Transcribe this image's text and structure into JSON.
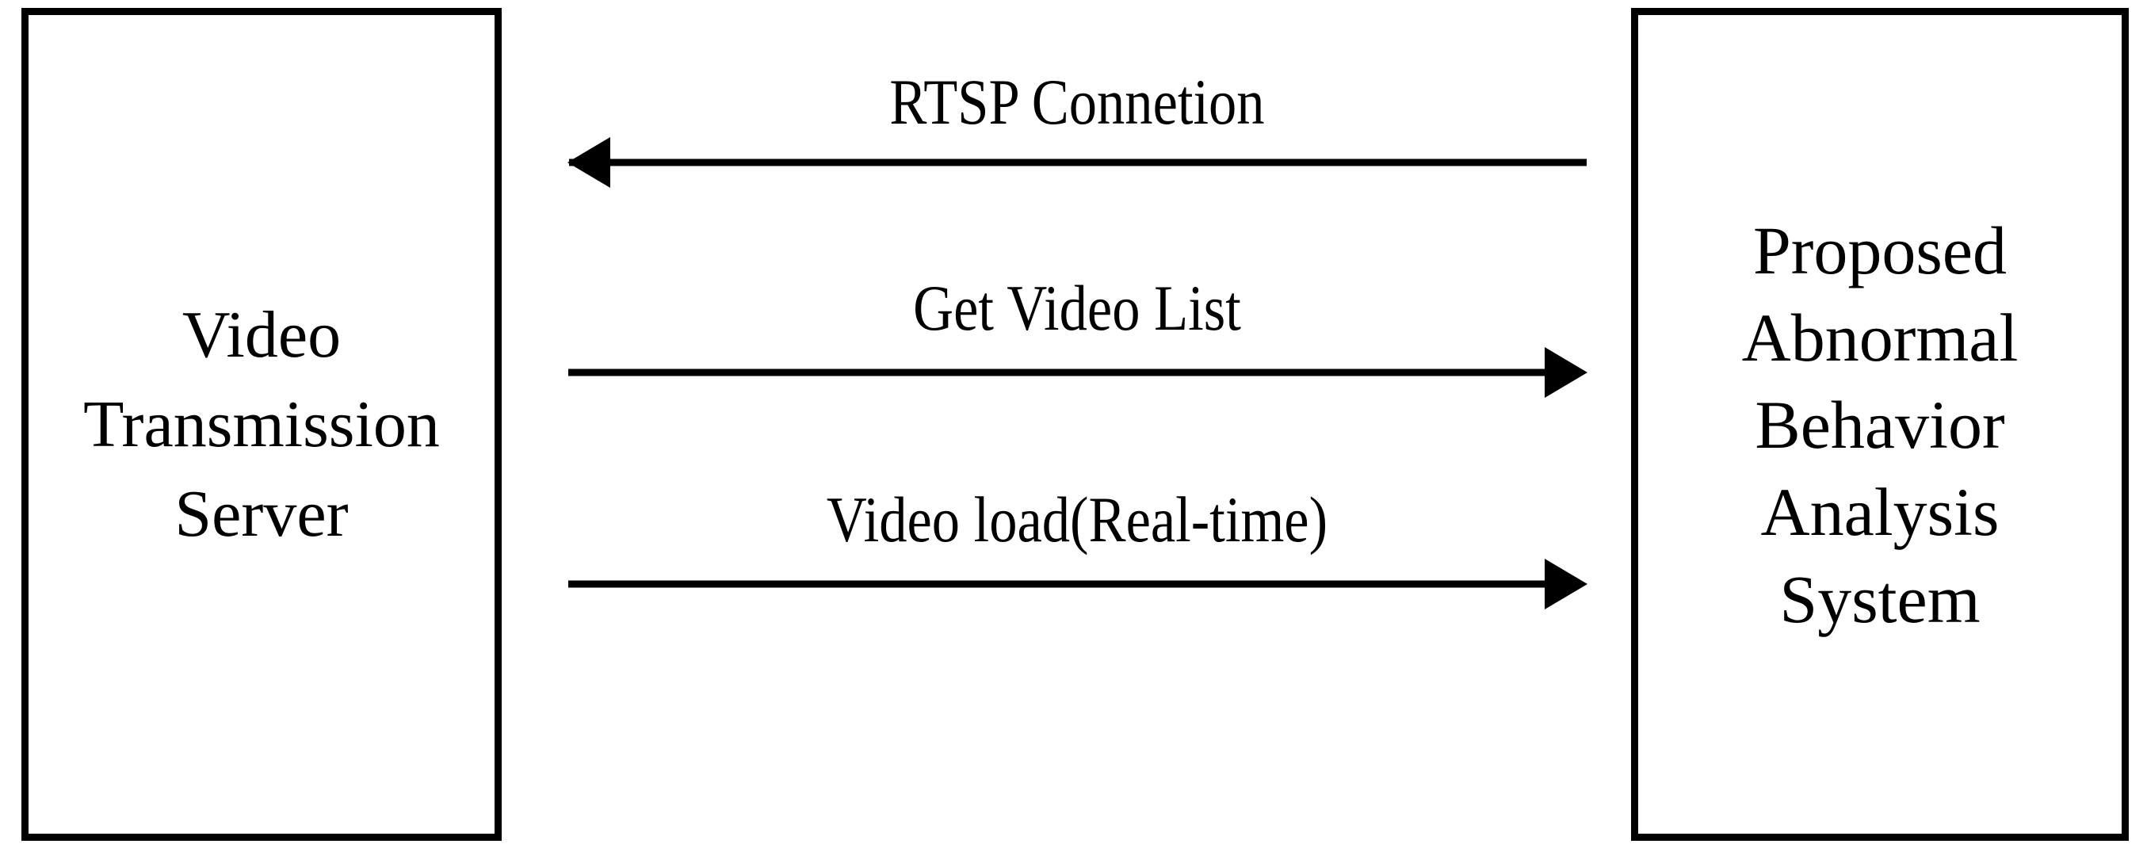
{
  "diagram": {
    "type": "sequence-diagram",
    "background_color": "#ffffff",
    "line_color": "#000000",
    "nodes": [
      {
        "id": "video-transmission-server",
        "label": "Video\nTransmission\nServer",
        "lines": [
          "Video",
          "Transmission",
          "Server"
        ]
      },
      {
        "id": "proposed-abnormal-behavior-analysis-system",
        "label": "Proposed\nAbnormal\nBehavior\nAnalysis\nSystem",
        "lines": [
          "Proposed",
          "Abnormal",
          "Behavior",
          "Analysis",
          "System"
        ]
      }
    ],
    "messages": [
      {
        "id": "rtsp-connetion",
        "label": "RTSP Connetion",
        "direction": "right-to-left",
        "from": "proposed-abnormal-behavior-analysis-system",
        "to": "video-transmission-server"
      },
      {
        "id": "get-video-list",
        "label": "Get Video List",
        "direction": "left-to-right",
        "from": "video-transmission-server",
        "to": "proposed-abnormal-behavior-analysis-system"
      },
      {
        "id": "video-load-real-time",
        "label": "Video load(Real-time)",
        "direction": "left-to-right",
        "from": "video-transmission-server",
        "to": "proposed-abnormal-behavior-analysis-system"
      }
    ]
  }
}
